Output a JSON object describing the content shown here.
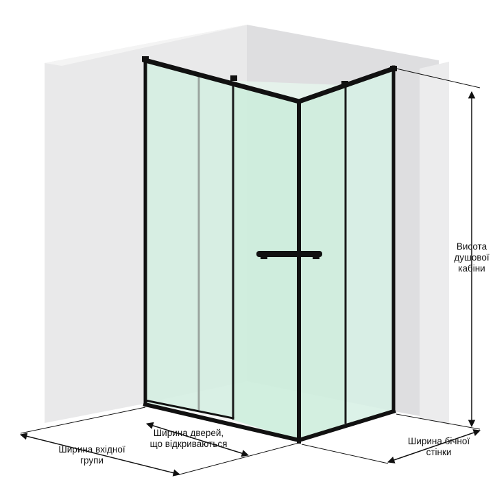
{
  "labels": {
    "height": [
      "Висота",
      "душової",
      "кабіни"
    ],
    "entrance_width": [
      "Ширина вхідної",
      "групи"
    ],
    "door_width": [
      "Ширина дверей,",
      "що відкриваються"
    ],
    "side_width": [
      "Ширина бічної",
      "стінки"
    ]
  },
  "colors": {
    "frame": "#111111",
    "glass": "#d6f0e4",
    "glass_edge": "#bfe3d2",
    "wall_left": "#e9e9ea",
    "wall_back": "#dcdcde",
    "wall_right": "#ededee",
    "floor": "#f7f7f7",
    "dimension_line": "#111111"
  }
}
